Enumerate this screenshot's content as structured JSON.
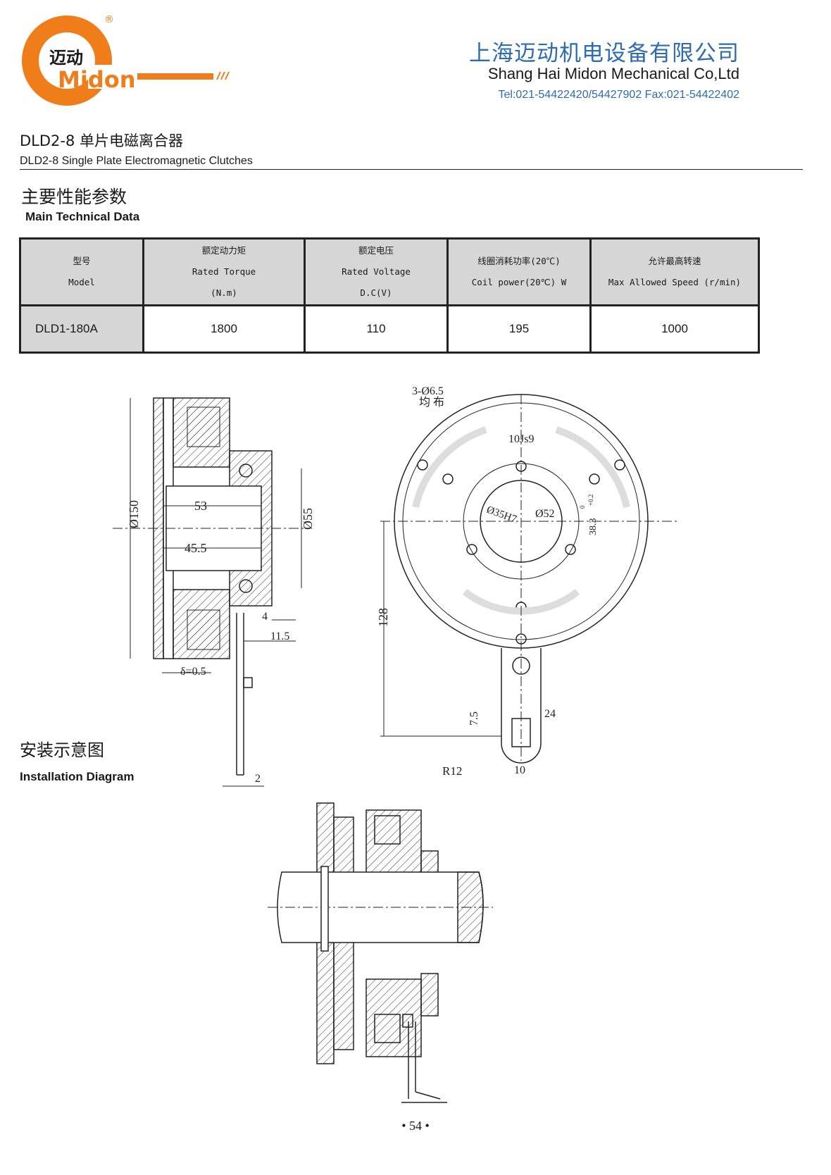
{
  "header": {
    "logo_cn": "迈动",
    "logo_en": "Midon",
    "registered_mark": "®",
    "company_cn": "上海迈动机电设备有限公司",
    "company_en": "Shang Hai Midon Mechanical Co,Ltd",
    "contact": "Tel:021-54422420/54427902 Fax:021-54422402",
    "brand_color": "#ef7d1a",
    "company_color": "#2d6bb3"
  },
  "title": {
    "cn": "DLD2-8  单片电磁离合器",
    "en": "DLD2-8    Single Plate Electromagnetic Clutches"
  },
  "section": {
    "cn": "主要性能参数",
    "en": "Main Technical Data"
  },
  "table": {
    "headers": [
      {
        "cn": "型号",
        "en": "Model",
        "unit": ""
      },
      {
        "cn": "额定动力矩",
        "en": "Rated Torque",
        "unit": "(N.m)"
      },
      {
        "cn": "额定电压",
        "en": "Rated Voltage",
        "unit": "D.C(V)"
      },
      {
        "cn": "线圈消耗功率(20℃)",
        "en": "Coil  power(20℃) W",
        "unit": ""
      },
      {
        "cn": "允许最高转速",
        "en": "Max Allowed Speed (r/min)",
        "unit": ""
      }
    ],
    "rows": [
      [
        "DLD1-180A",
        "1800",
        "110",
        "195",
        "1000"
      ]
    ]
  },
  "drawing": {
    "dims": {
      "d150": "Ø150",
      "d55": "Ø55",
      "l53": "53",
      "l45": "45.5",
      "l4": "4",
      "l11": "11.5",
      "delta": "δ=0.5",
      "l2": "2",
      "holes": "3-Ø6.5",
      "holes_note": "均 布",
      "key": "10Js9",
      "bore": "Ø35H7",
      "d52": "Ø52",
      "keydepth": "38.3",
      "tol": "+0.2",
      "tol2": "0",
      "l128": "128",
      "l24": "24",
      "l75": "7.5",
      "r12": "R12",
      "l10": "10"
    }
  },
  "install": {
    "cn": "安装示意图",
    "en": "Installation Diagram"
  },
  "footer": {
    "page": "• 54 •"
  }
}
